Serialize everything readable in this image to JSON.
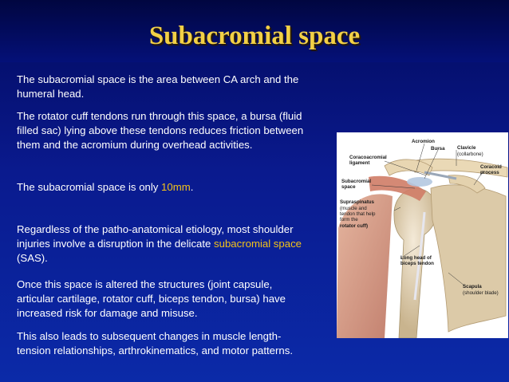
{
  "slide": {
    "title": "Subacromial space",
    "paragraphs": {
      "p1": "The subacromial space is the area between CA  arch and the\nhumeral head.",
      "p2": "The rotator cuff tendons run through this space, a bursa (fluid\nfilled sac) lying above these tendons reduces friction between\nthem and the acromium during overhead activities.",
      "p3_before": "The subacromial space is only ",
      "p3_highlight": "10mm",
      "p3_after": ".",
      "p4_before": "Regardless of the patho-anatomical etiology, most shoulder\ninjuries involve a disruption in the delicate ",
      "p4_highlight": "subacromial space",
      "p4_after": "\n (SAS).",
      "p5": "Once this space is altered the structures (joint capsule,\narticular cartilage, rotator cuff, biceps tendon, bursa) have\nincreased risk for damage and misuse.",
      "p6": "This also leads to subsequent changes in muscle length-\ntension relationships, arthrokinematics, and motor patterns."
    },
    "colors": {
      "title": "#f2d046",
      "highlight": "#f2c21a",
      "background": "#0a1a8e"
    },
    "figure": {
      "labels": {
        "acromion": "Acromion",
        "bursa": "Bursa",
        "clavicle": "Clavicle",
        "collarbone": "(collarbone)",
        "ca_ligament": "Coracoacromial\nligament",
        "coracoid": "Coracoid\nprocess",
        "subacromial": "Subacromial\nspace",
        "supraspinatus": "Supraspinatus",
        "supraspinatus_note": "(muscle and\ntendon that help\n form the",
        "rotator_cuff": "rotator cuff)",
        "biceps": "Long head of\nbiceps tendon",
        "scapula": "Scapula",
        "shoulder_blade": "(shoulder blade)"
      }
    }
  }
}
